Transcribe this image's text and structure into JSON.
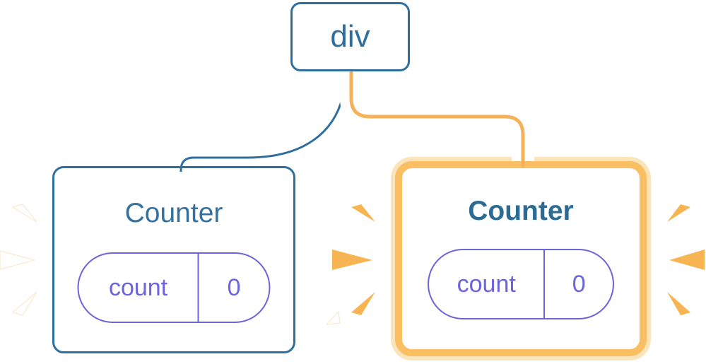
{
  "diagram": {
    "root_node": {
      "label": "div"
    },
    "counters": [
      {
        "title": "Counter",
        "state_key": "count",
        "state_value": "0",
        "highlighted": false
      },
      {
        "title": "Counter",
        "state_key": "count",
        "state_value": "0",
        "highlighted": true
      }
    ],
    "colors": {
      "tree_blue": "#2f6f9f",
      "state_purple": "#6b64da",
      "highlight_orange": "#fbbf63",
      "highlight_pale_orange": "#fce4ba",
      "connector_orange": "#f5b258",
      "spark_orange": "#f7b453",
      "spark_white": "#ffffff"
    }
  }
}
